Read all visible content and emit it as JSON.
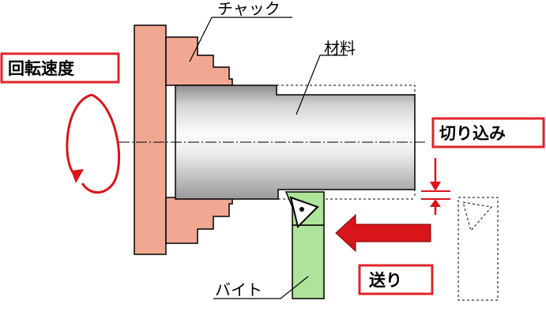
{
  "labels": {
    "chuck": "チャック",
    "material": "材料",
    "rotation_speed": "回転速度",
    "depth_of_cut": "切り込み",
    "feed": "送り",
    "tool": "バイト"
  },
  "colors": {
    "chuck_fill": "#f0a892",
    "tool_fill": "#aee39a",
    "arrow_red": "#d9141b",
    "label_border": "#e0242a",
    "outline": "#000000",
    "material_light": "#f7f7f7",
    "material_dark": "#9a9a9a"
  },
  "icons": {
    "rotation": "curved-arrow-icon",
    "feed": "left-arrow-icon",
    "insert": "triangle-insert-icon"
  }
}
